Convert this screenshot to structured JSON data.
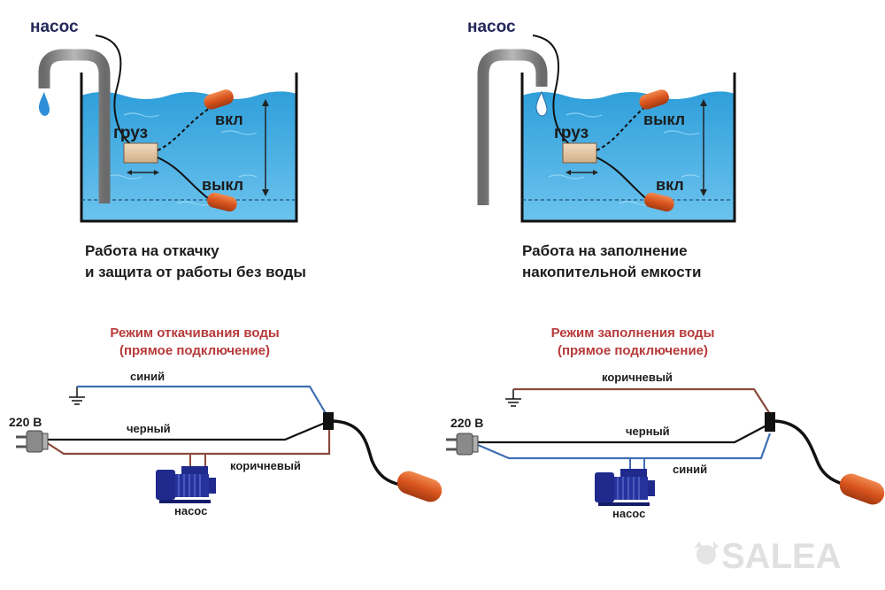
{
  "left_tank": {
    "pump_label": "насос",
    "weight_label": "груз",
    "on_label": "вкл",
    "off_label": "выкл",
    "caption_line1": "Работа на откачку",
    "caption_line2": "и защита от работы без воды"
  },
  "right_tank": {
    "pump_label": "насос",
    "weight_label": "груз",
    "on_label": "выкл",
    "off_label": "вкл",
    "caption_line1": "Работа на заполнение",
    "caption_line2": "накопительной емкости"
  },
  "left_wiring": {
    "title_line1": "Режим откачивания воды",
    "title_line2": "(прямое подключение)",
    "voltage": "220 В",
    "wire_top": "синий",
    "wire_middle": "черный",
    "wire_bottom": "коричневый",
    "pump_label": "насос"
  },
  "right_wiring": {
    "title_line1": "Режим заполнения воды",
    "title_line2": "(прямое подключение)",
    "voltage": "220 В",
    "wire_top": "коричневый",
    "wire_middle": "черный",
    "wire_bottom": "синий",
    "pump_label": "насос"
  },
  "watermark": "SALEA",
  "colors": {
    "title_red": "#b83a3a",
    "text_dark": "#1c1c1c",
    "pump_label_blue": "#22285a",
    "wire_blue": "#3f6fb4",
    "wire_brown": "#8a4a3a",
    "wire_black": "#111111",
    "water": "#3aa6de",
    "float_orange": "#d9541e",
    "pump_motor": "#1f2a8c"
  }
}
